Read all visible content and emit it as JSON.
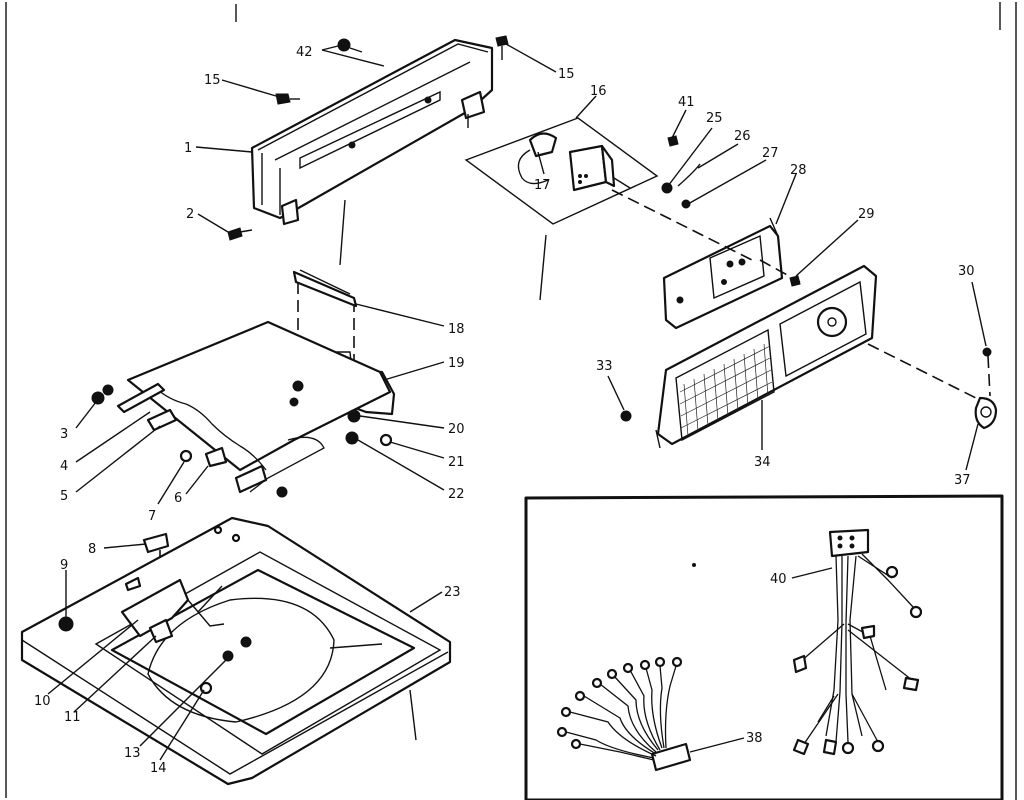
{
  "callouts": {
    "c1": "1",
    "c2": "2",
    "c3": "3",
    "c4": "4",
    "c5": "5",
    "c6": "6",
    "c7": "7",
    "c8": "8",
    "c9": "9",
    "c10": "10",
    "c11": "11",
    "c13": "13",
    "c14": "14",
    "c15a": "15",
    "c15b": "15",
    "c16": "16",
    "c17": "17",
    "c18": "18",
    "c19": "19",
    "c20": "20",
    "c21": "21",
    "c22": "22",
    "c23": "23",
    "c25": "25",
    "c26": "26",
    "c27": "27",
    "c28": "28",
    "c29": "29",
    "c30": "30",
    "c33": "33",
    "c34": "34",
    "c37": "37",
    "c38": "38",
    "c40": "40",
    "c41": "41",
    "c42": "42"
  },
  "colors": {
    "ink": "#111111",
    "paper": "#ffffff"
  }
}
